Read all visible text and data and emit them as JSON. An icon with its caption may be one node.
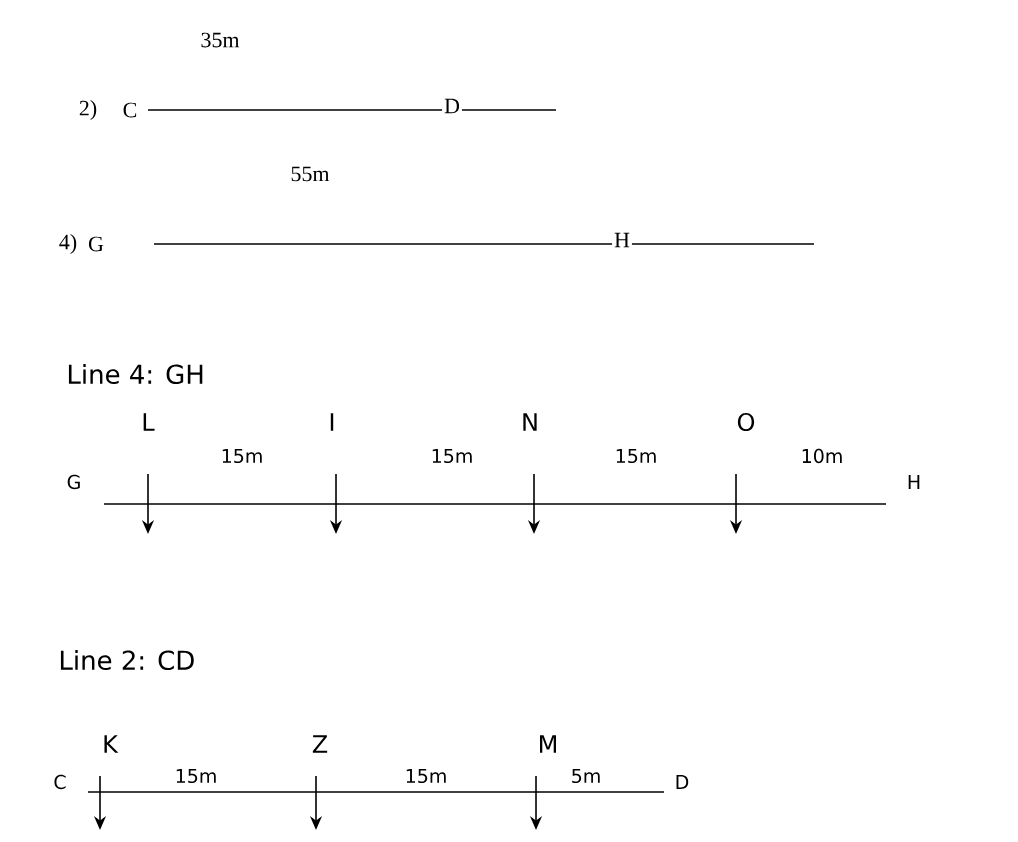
{
  "diagram": {
    "labels": [
      "35m",
      "2)",
      "C",
      "D",
      "55m",
      "4)",
      "G",
      "H",
      "Line 4: GH",
      "L",
      "I",
      "N",
      "O",
      "15m",
      "15m",
      "15m",
      "10m",
      "G",
      "H",
      "Line 2: CD",
      "K",
      "Z",
      "M",
      "C",
      "15m",
      "15m",
      "5m",
      "D"
    ]
  }
}
